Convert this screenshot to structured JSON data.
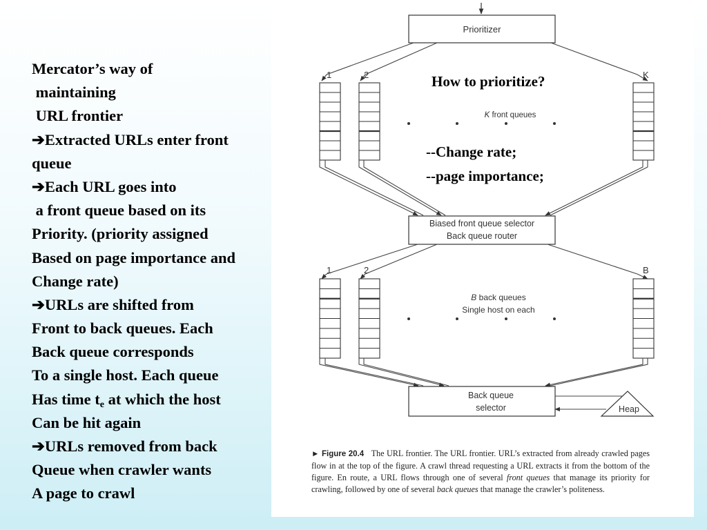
{
  "slide": {
    "bullet_arrow": "➔",
    "lines": [
      [
        "Mercator’s way of"
      ],
      [
        " maintaining"
      ],
      [
        " URL frontier"
      ],
      [
        "Extracted URLs enter front"
      ],
      [
        "queue"
      ],
      [
        "Each URL goes into"
      ],
      [
        " a front queue based on its"
      ],
      [
        "Priority. (priority assigned"
      ],
      [
        "Based on page importance and"
      ],
      [
        "Change rate)"
      ],
      [
        "URLs are shifted from"
      ],
      [
        "Front to back queues. Each"
      ],
      [
        "Back queue corresponds"
      ],
      [
        "To a single host. Each queue"
      ],
      [
        "Has time t",
        "e",
        " at which the host"
      ],
      [
        "Can be hit again"
      ],
      [
        "URLs removed from back"
      ],
      [
        "Queue when crawler wants"
      ],
      [
        "A page to crawl"
      ]
    ],
    "arrow_lines": [
      3,
      5,
      10,
      16
    ]
  },
  "figure": {
    "prioritizer": "Prioritizer",
    "front_labels": [
      "1",
      "2",
      "K"
    ],
    "front_queues_caption": [
      "K",
      " front queues"
    ],
    "selector_lines": [
      "Biased front queue selector",
      "Back queue router"
    ],
    "back_labels": [
      "1",
      "2",
      "B"
    ],
    "back_queues_caption": [
      "B",
      " back queues",
      "Single host on each"
    ],
    "back_selector_lines": [
      "Back queue",
      "selector"
    ],
    "heap": "Heap"
  },
  "annotations": {
    "how_to": "How to prioritize?",
    "change_rate": "--Change rate;",
    "page_importance": "--page importance;"
  },
  "caption": {
    "label": "► Figure 20.4",
    "parts": [
      {
        "t": "The URL frontier.  The URL frontier.  URL’s extracted from already crawled pages flow in at the top of the figure.  A crawl thread requesting a URL extracts it from the bottom of the figure. En route, a URL flows through one of several ",
        "i": false
      },
      {
        "t": "front queues",
        "i": true
      },
      {
        "t": " that manage its priority for crawling, followed by one of several ",
        "i": false
      },
      {
        "t": "back queues",
        "i": true
      },
      {
        "t": " that manage the crawler’s politeness.",
        "i": false
      }
    ]
  }
}
